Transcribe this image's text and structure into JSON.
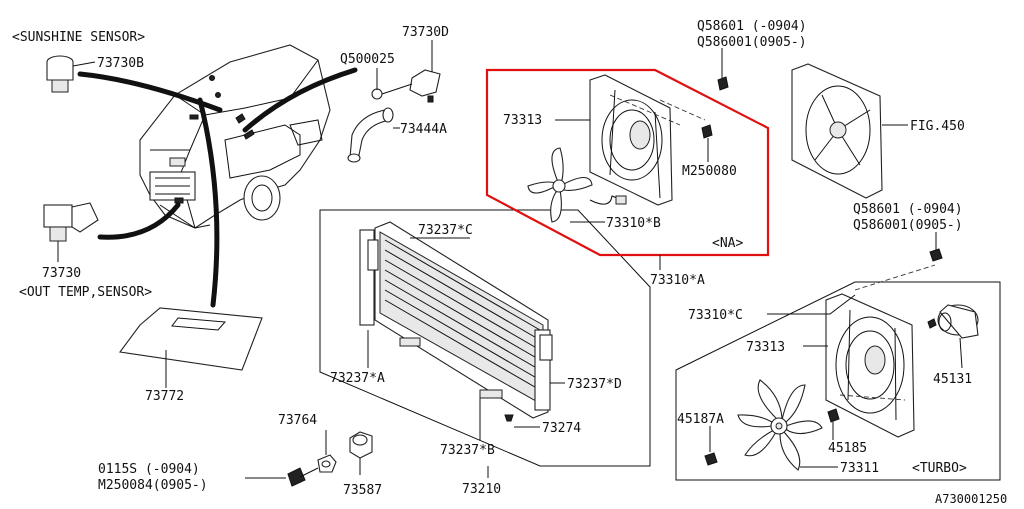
{
  "labels": {
    "sunshine_sensor": "<SUNSHINE SENSOR>",
    "p73730B": "73730B",
    "p73730D": "73730D",
    "pQ500025": "Q500025",
    "p73444A": "73444A",
    "p73730": "73730",
    "out_temp_sensor": "<OUT TEMP,SENSOR>",
    "p73772": "73772",
    "p73764": "73764",
    "p0115S": "0115S  (-0904)",
    "pM250084": "M250084(0905-)",
    "p73587": "73587",
    "p73210": "73210",
    "p73237C": "73237*C",
    "p73237A": "73237*A",
    "p73237D": "73237*D",
    "p73274": "73274",
    "p73237B": "73237*B",
    "pQ58601_top": "Q58601 (-0904)",
    "pQ586001_top": "Q586001(0905-)",
    "p73313_na": "73313",
    "pM250080": "M250080",
    "p73310B": "73310*B",
    "na": "<NA>",
    "p73310A": "73310*A",
    "fig450": "FIG.450",
    "pQ58601_mid": "Q58601 (-0904)",
    "pQ586001_mid": "Q586001(0905-)",
    "p73310C": "73310*C",
    "p73313_turbo": "73313",
    "p45131": "45131",
    "p45187A": "45187A",
    "p45185": "45185",
    "p73311": "73311",
    "turbo": "<TURBO>",
    "diagram_id": "A730001250"
  },
  "colors": {
    "highlight_box": "#e01010",
    "lines": "#111111",
    "background": "#ffffff"
  }
}
